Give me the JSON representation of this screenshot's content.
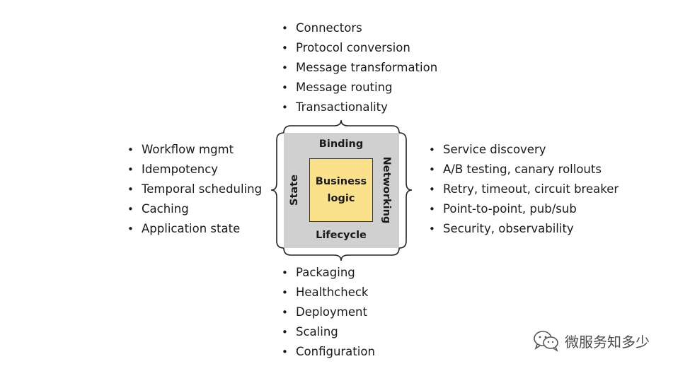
{
  "diagram": {
    "center_label": "Business\nlogic",
    "sides": {
      "top": "Binding",
      "bottom": "Lifecycle",
      "left": "State",
      "right": "Networking"
    },
    "lists": {
      "top": [
        "Connectors",
        "Protocol conversion",
        "Message transformation",
        "Message routing",
        "Transactionality"
      ],
      "left": [
        "Workflow mgmt",
        "Idempotency",
        "Temporal scheduling",
        "Caching",
        "Application state"
      ],
      "right": [
        "Service discovery",
        "A/B testing, canary rollouts",
        "Retry, timeout, circuit breaker",
        "Point-to-point, pub/sub",
        "Security, observability"
      ],
      "bottom": [
        "Packaging",
        "Healthcheck",
        "Deployment",
        "Scaling",
        "Configuration"
      ]
    },
    "colors": {
      "outer_box": "#d0d0d0",
      "inner_box": "#fbe18a"
    }
  },
  "watermark": {
    "text": "微服务知多少",
    "icon": "wechat-icon"
  }
}
